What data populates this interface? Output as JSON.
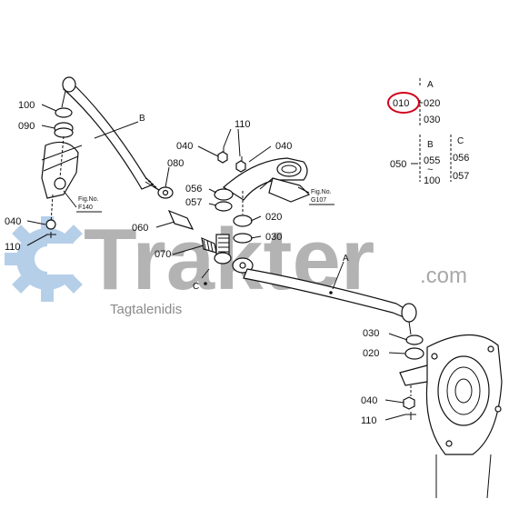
{
  "watermark": {
    "brand": "Trakter",
    "suffix": ".com",
    "subtitle": "Tagtalenidis",
    "gear_color": "#a9c7e6",
    "text_color": "#9a9a9a"
  },
  "highlight_color": "#d0021b",
  "part_labels": {
    "p100_top": "100",
    "p090": "090",
    "p040_left": "040",
    "p110_left": "110",
    "p110_top": "110",
    "p040_mid_left": "040",
    "p040_mid_right": "040",
    "p080": "080",
    "p056": "056",
    "p057": "057",
    "p060": "060",
    "p070": "070",
    "p020_mid": "020",
    "p030_mid": "030",
    "p030_bottom": "030",
    "p020_bottom": "020",
    "p040_bottom": "040",
    "p110_bottom": "110"
  },
  "letter_labels": {
    "A_rod": "A",
    "B_rod": "B",
    "C_link": "C"
  },
  "figure_refs": {
    "left_label": "Fig.No.",
    "left_number": "F140",
    "right_label": "Fig.No.",
    "right_number": "G107"
  },
  "variant_table": {
    "selected": "010",
    "col_a_header": "A",
    "col_a_020": "020",
    "col_a_030": "030",
    "row_050": "050",
    "col_b_header": "B",
    "col_b_055": "055",
    "col_b_tilde": "~",
    "col_b_100": "100",
    "col_c_header": "C",
    "col_c_056": "056",
    "col_c_057": "057"
  }
}
